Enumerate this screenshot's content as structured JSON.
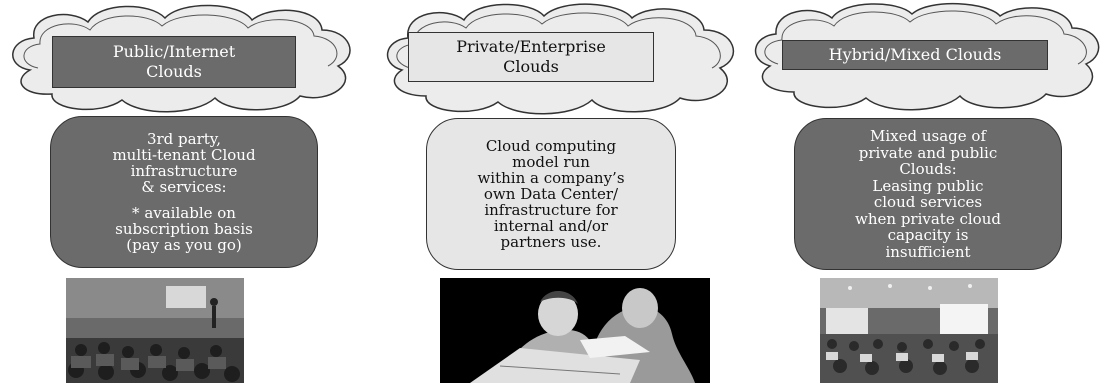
{
  "clouds": [
    {
      "title": "Public/Internet\nClouds",
      "description": [
        "3rd party,\nmulti-tenant Cloud\ninfrastructure\n& services:",
        "* available on\nsubscription basis\n(pay as you go)"
      ],
      "photo": "lecture-hall-audience-photo"
    },
    {
      "title": "Private/Enterprise\nClouds",
      "description": [
        "Cloud computing\nmodel run\nwithin a company’s\nown Data Center/\ninfrastructure for\ninternal and/or\npartners use."
      ],
      "photo": "colleagues-at-computer-illustration"
    },
    {
      "title": "Hybrid/Mixed Clouds",
      "description": [
        "Mixed usage of\nprivate and public\nClouds:\nLeasing public\ncloud services\nwhen private cloud\ncapacity is\ninsufficient"
      ],
      "photo": "conference-room-photo"
    }
  ],
  "colors": {
    "dark_fill": "#6b6b6b",
    "light_fill": "#e6e6e6",
    "cloud_fill": "#ececec",
    "outline": "#333333"
  }
}
